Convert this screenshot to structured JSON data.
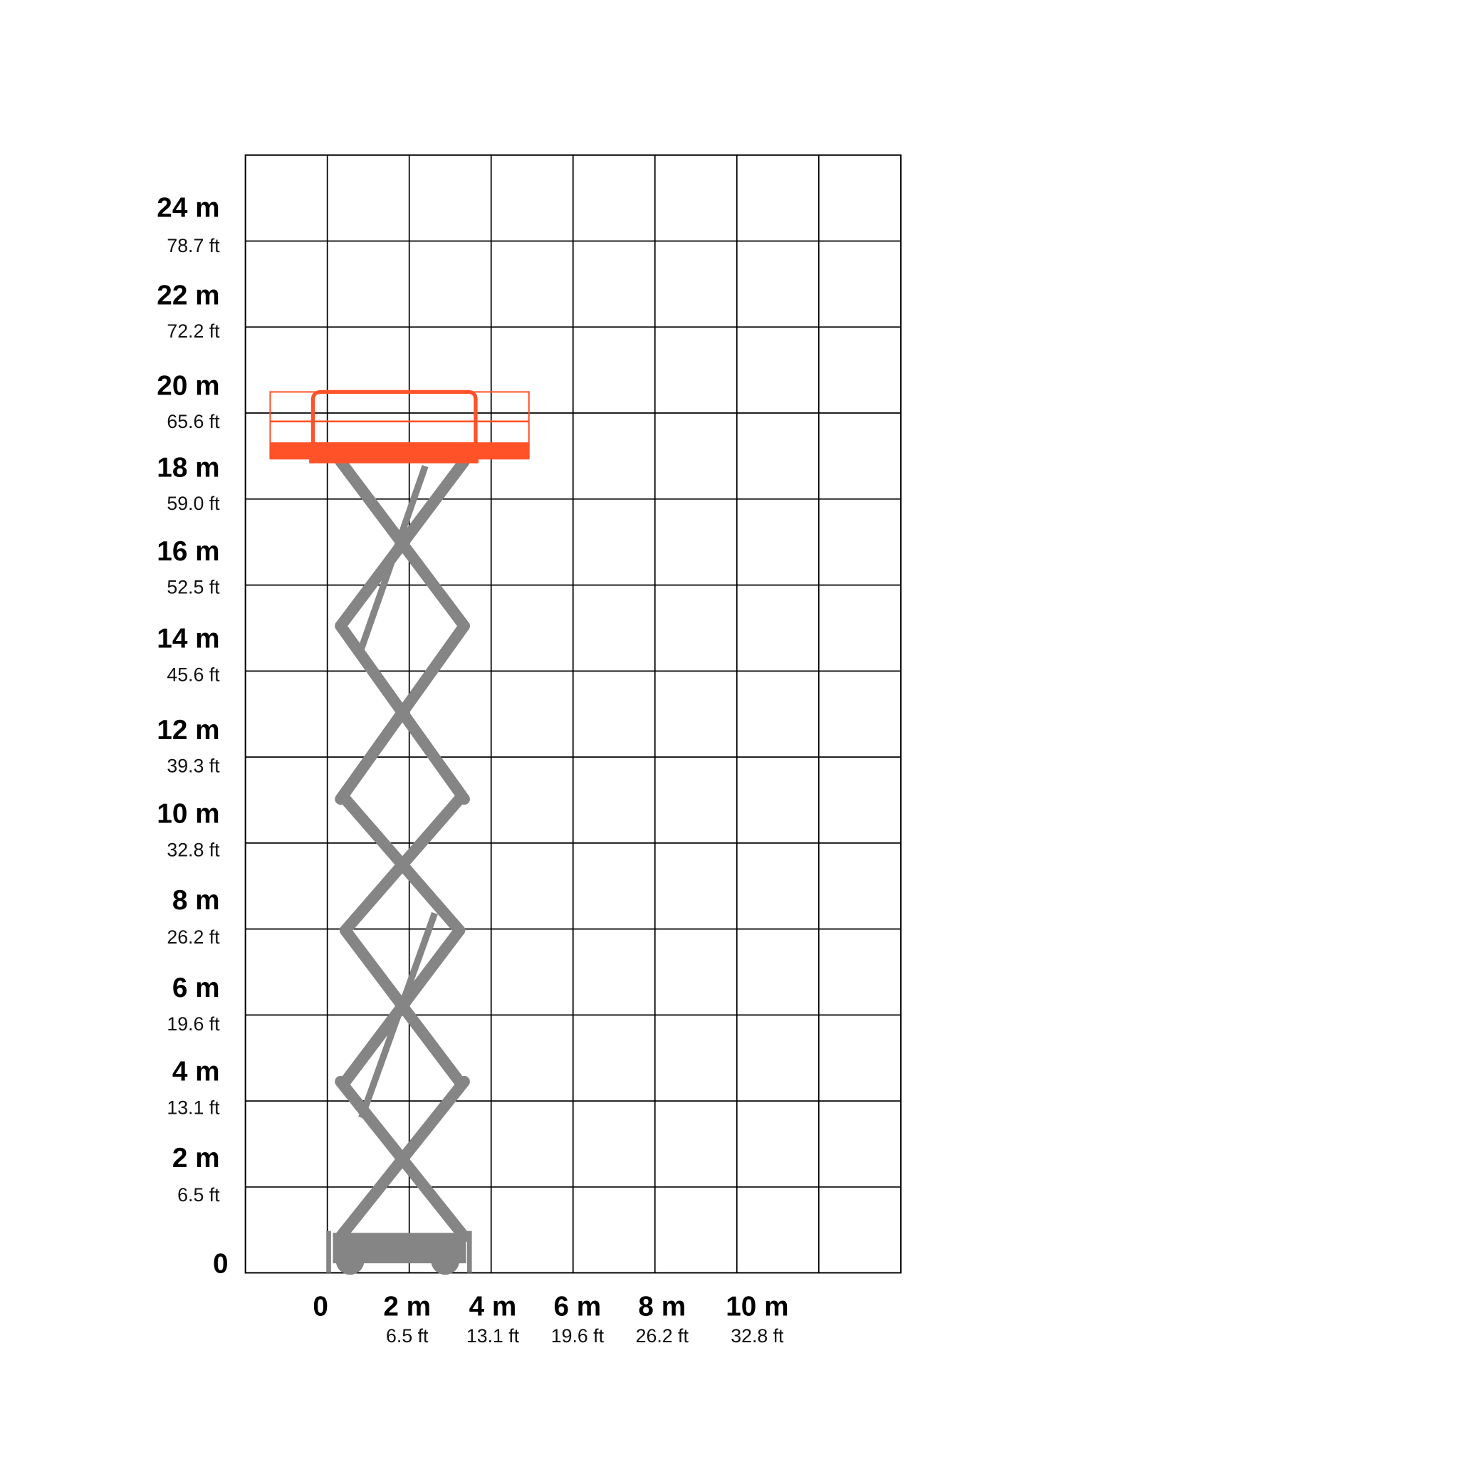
{
  "colors": {
    "platform": "#ff5229",
    "scissor": "#858585",
    "grid": "#000000"
  },
  "y_axis": [
    {
      "m": "24 m",
      "ft": "78.7 ft"
    },
    {
      "m": "22 m",
      "ft": "72.2 ft"
    },
    {
      "m": "20 m",
      "ft": "65.6 ft"
    },
    {
      "m": "18 m",
      "ft": "59.0 ft"
    },
    {
      "m": "16 m",
      "ft": "52.5 ft"
    },
    {
      "m": "14 m",
      "ft": "45.6 ft"
    },
    {
      "m": "12 m",
      "ft": "39.3 ft"
    },
    {
      "m": "10 m",
      "ft": "32.8 ft"
    },
    {
      "m": "8 m",
      "ft": "26.2 ft"
    },
    {
      "m": "6 m",
      "ft": "19.6 ft"
    },
    {
      "m": "4 m",
      "ft": "13.1 ft"
    },
    {
      "m": "2 m",
      "ft": "6.5 ft"
    },
    {
      "m": "0",
      "ft": ""
    }
  ],
  "x_axis": [
    {
      "m": "0",
      "ft": ""
    },
    {
      "m": "2 m",
      "ft": "6.5 ft"
    },
    {
      "m": "4 m",
      "ft": "13.1 ft"
    },
    {
      "m": "6 m",
      "ft": "19.6 ft"
    },
    {
      "m": "8 m",
      "ft": "26.2 ft"
    },
    {
      "m": "10 m",
      "ft": "32.8 ft"
    }
  ]
}
